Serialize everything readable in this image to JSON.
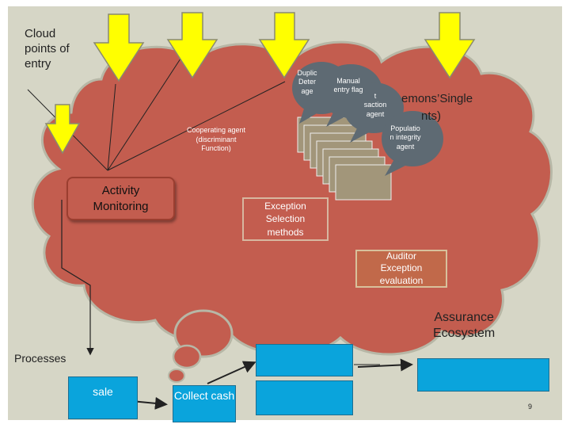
{
  "labels": {
    "cloud_points": "Cloud\npoints of\nentry",
    "cooperating_agent": "Cooperating agent\n(discriminant\nFunction)",
    "activity_monitoring": "Activity\nMonitoring",
    "exception_selection": "Exception\nSelection\nmethods",
    "auditor_exception": "Auditor\nException\nevaluation",
    "assurance_ecosystem": "Assurance\nEcosystem",
    "processes": "Processes",
    "sale": "sale",
    "collect_cash": "Collect\ncash",
    "daemons_partial": "emons’Single",
    "daemons_partial2": "nts)",
    "page_number": "9"
  },
  "agents": {
    "duplicate": "Duplic\nDeter\nage",
    "manual_entry": "Manual\nentry flag",
    "transaction": "t\nsaction\nagent",
    "population_integrity": "Populatio\nn integrity\nagent"
  },
  "colors": {
    "slide_background": "#d6d6c6",
    "cloud_fill": "#c35d4f",
    "cloud_stroke": "#b5b5a5",
    "arrow_yellow": "#ffff00",
    "arrow_outline": "#8a8a70",
    "blue_box": "#0aa4dc",
    "agent_bubble": "#5e6a73",
    "agent_stack": "#a2967a"
  }
}
